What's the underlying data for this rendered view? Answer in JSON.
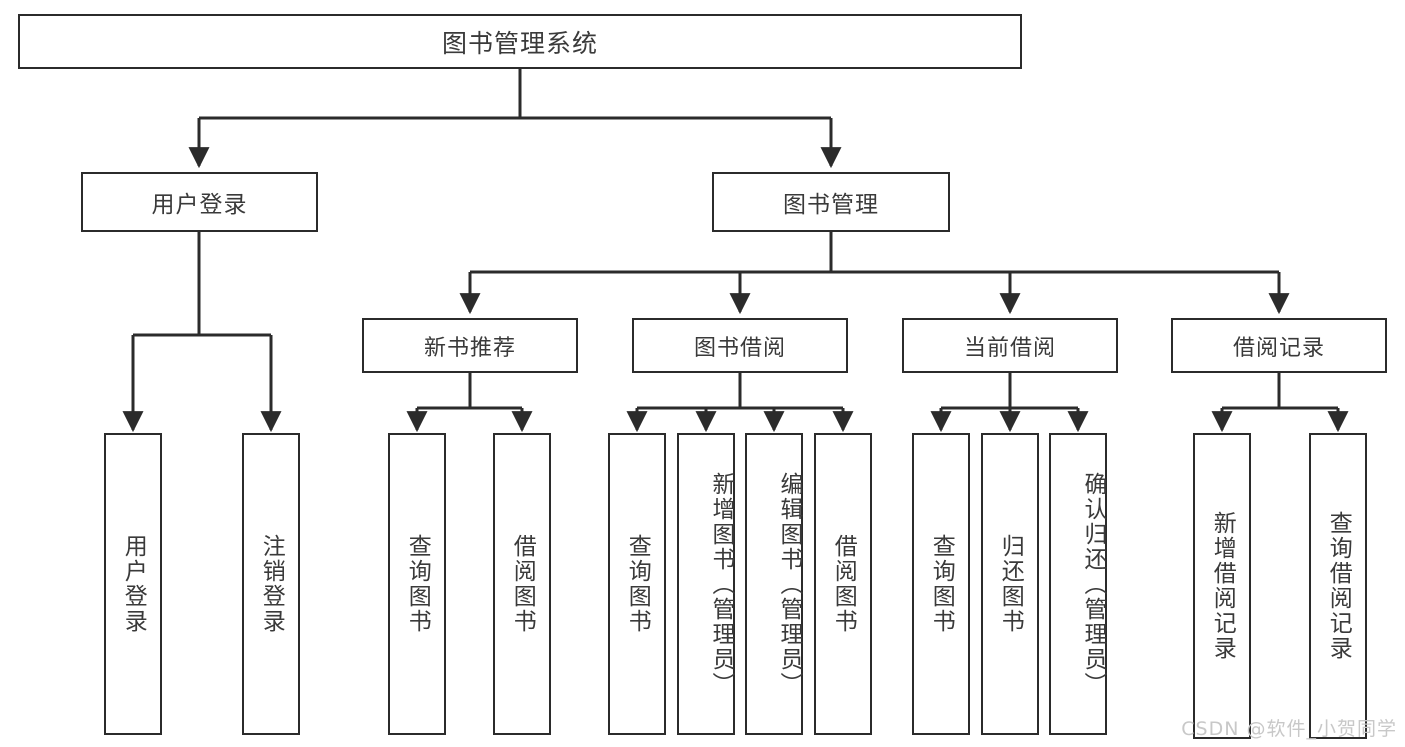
{
  "diagram": {
    "title": "图书管理系统",
    "type": "功能结构图",
    "stroke_color": "#2b2b2b",
    "text_color": "#3a3a3a",
    "background_color": "#ffffff"
  },
  "root": {
    "label": "图书管理系统"
  },
  "level1": [
    {
      "label": "用户登录"
    },
    {
      "label": "图书管理"
    }
  ],
  "level2": [
    {
      "label": "新书推荐"
    },
    {
      "label": "图书借阅"
    },
    {
      "label": "当前借阅"
    },
    {
      "label": "借阅记录"
    }
  ],
  "leaves": {
    "user_login": [
      {
        "label": "用户登录"
      },
      {
        "label": "注销登录"
      }
    ],
    "new_book_recommend": [
      {
        "label": "查询图书"
      },
      {
        "label": "借阅图书"
      }
    ],
    "book_borrow": [
      {
        "label": "查询图书"
      },
      {
        "label": "新增图书（管理员）"
      },
      {
        "label": "编辑图书（管理员）"
      },
      {
        "label": "借阅图书"
      }
    ],
    "current_borrow": [
      {
        "label": "查询图书"
      },
      {
        "label": "归还图书"
      },
      {
        "label": "确认归还（管理员）"
      }
    ],
    "borrow_record": [
      {
        "label": "新增借阅记录"
      },
      {
        "label": "查询借阅记录"
      }
    ]
  },
  "watermark": {
    "text": "CSDN @软件_小贺同学"
  }
}
